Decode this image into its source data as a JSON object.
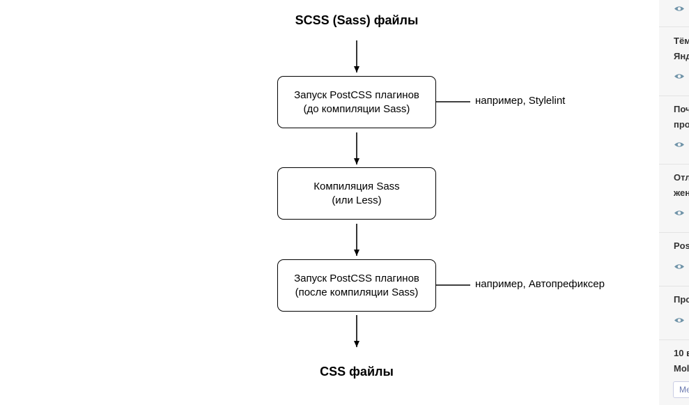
{
  "diagram": {
    "top_label": "SCSS (Sass) файлы",
    "bottom_label": "CSS файлы",
    "steps": [
      {
        "line1": "Запуск PostCSS плагинов",
        "line2": "(до компиляции Sass)",
        "note": "например, Stylelint"
      },
      {
        "line1": "Компиляция Sass",
        "line2": "(или Less)",
        "note": ""
      },
      {
        "line1": "Запуск PostCSS плагинов",
        "line2": "(после компиляции Sass)",
        "note": "например, Автопрефиксер"
      }
    ]
  },
  "sidebar": {
    "items": [
      {
        "line1": "",
        "line2": ""
      },
      {
        "line1": "Тём",
        "line2": "Янд"
      },
      {
        "line1": "Поч",
        "line2": "про"
      },
      {
        "line1": "Отл",
        "line2": "жен"
      },
      {
        "line1": "Pos",
        "line2": ""
      },
      {
        "line1": "Про",
        "line2": ""
      },
      {
        "line1": "10 в",
        "line2": "Mol"
      }
    ],
    "button_label": "Ме",
    "icon": "eye-icon",
    "icon_color": "#6f93a8"
  }
}
